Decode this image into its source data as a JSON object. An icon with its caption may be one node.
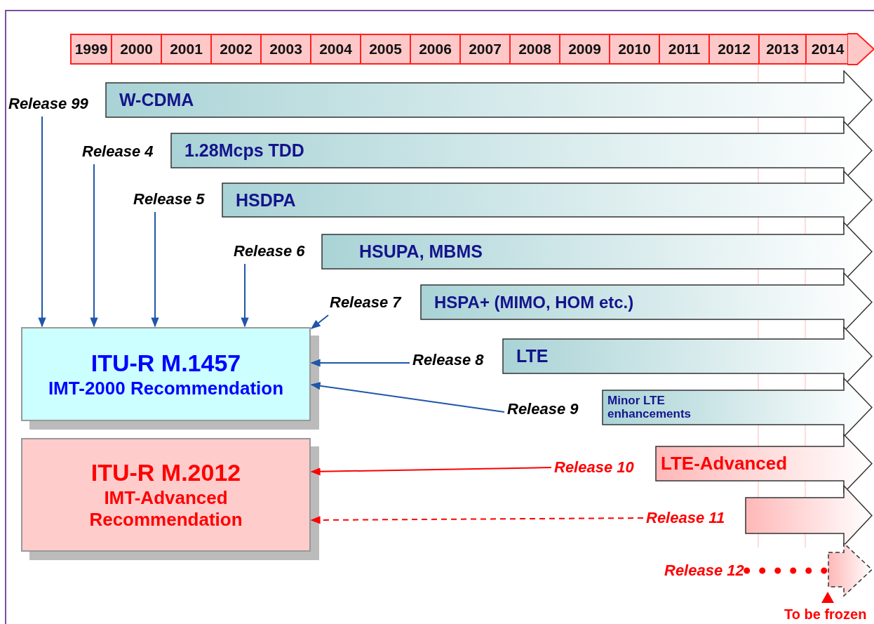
{
  "diagram": {
    "nodes": [
      {
        "text": [
          "Release 99"
        ]
      },
      {
        "text": [
          "W-CDMA"
        ]
      },
      {
        "text": [
          "Release 4"
        ]
      },
      {
        "text": [
          "1.28Mcps TDD"
        ]
      },
      {
        "text": [
          "Release 5"
        ]
      },
      {
        "text": [
          "HSDPA"
        ]
      },
      {
        "text": [
          "Release 6"
        ]
      },
      {
        "text": [
          "HSUPA, MBMS"
        ]
      },
      {
        "text": [
          "Release 7"
        ]
      },
      {
        "text": [
          "HSPA+ (MIMO, HOM etc.)"
        ]
      },
      {
        "text": [
          "Release 8"
        ]
      },
      {
        "text": [
          "LTE"
        ]
      },
      {
        "text": [
          "Release 9"
        ]
      },
      {
        "text": [
          "Minor LTE enhancements"
        ]
      },
      {
        "text": [
          "Release 10"
        ]
      },
      {
        "text": [
          "LTE-Advanced"
        ]
      },
      {
        "text": [
          "Release 11"
        ]
      },
      {
        "text": [],
        "shape": "arrow"
      },
      {
        "text": [
          "Release 12"
        ]
      },
      {
        "text": [],
        "shape": "arrow"
      },
      {
        "text": [
          "ITU-R M.1457",
          "IMT-2000 Recommendation"
        ]
      },
      {
        "text": [
          "ITU-R M.2012",
          "IMT-Advanced Recommendation"
        ]
      }
    ],
    "edges": [
      {
        "from": 0,
        "to": 20,
        "arrow": "to"
      },
      {
        "from": 2,
        "to": 20,
        "arrow": "to"
      },
      {
        "from": 4,
        "to": 20,
        "arrow": "to"
      },
      {
        "from": 6,
        "to": 20,
        "arrow": "to"
      },
      {
        "from": 8,
        "to": 20,
        "arrow": "to"
      },
      {
        "from": 10,
        "to": 20,
        "arrow": "to"
      },
      {
        "from": 12,
        "to": 20,
        "arrow": "to"
      },
      {
        "from": 14,
        "to": 21,
        "arrow": "to",
        "color": "#ff0000"
      },
      {
        "from": 16,
        "to": 21,
        "arrow": "to",
        "style": "dashed",
        "color": "#ff0000"
      },
      {
        "from": 18,
        "to": 19,
        "arrow": "none",
        "style": "dashed",
        "color": "#ff0000"
      }
    ],
    "labels": [
      "1999",
      "2000",
      "2001",
      "2002",
      "2003",
      "2004",
      "2005",
      "2006",
      "2007",
      "2008",
      "2009",
      "2010",
      "2011",
      "2012",
      "2013",
      "2014",
      "To be frozen"
    ]
  }
}
